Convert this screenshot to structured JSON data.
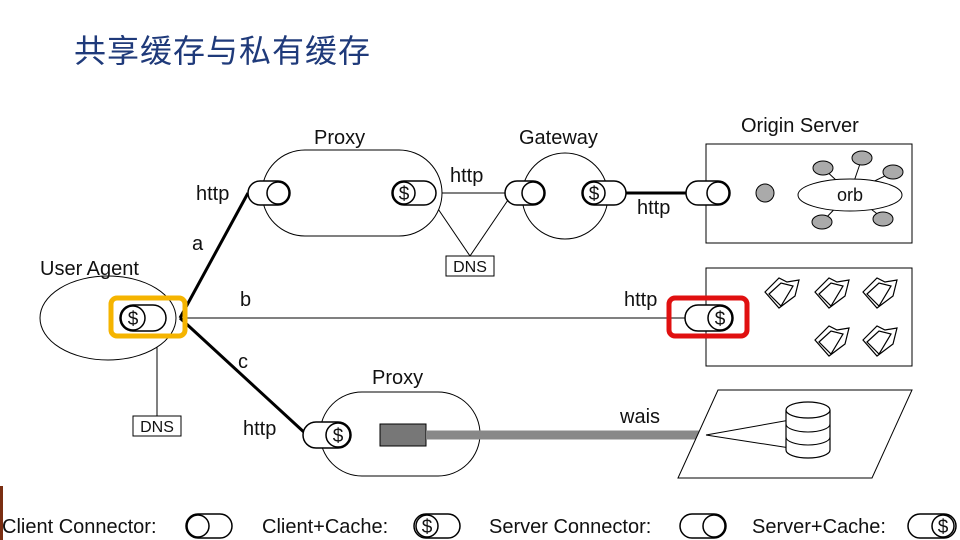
{
  "slide": {
    "title": "共享缓存与私有缓存"
  },
  "diagram": {
    "user_agent": "User Agent",
    "proxy_top": "Proxy",
    "proxy_bottom": "Proxy",
    "gateway": "Gateway",
    "origin_server": "Origin Server",
    "orb": "orb",
    "dns": "DNS",
    "wais": "wais",
    "http": "http",
    "dollar": "$",
    "path_labels": {
      "a": "a",
      "b": "b",
      "c": "c"
    },
    "highlight_colors": {
      "client_cache": "#f5b400",
      "server_cache": "#e01010"
    },
    "link_colors": {
      "line": "#000000",
      "wais_link": "#888888",
      "orb_nodes": "#aaaaaa"
    }
  },
  "legend": {
    "client_connector": "Client Connector:",
    "client_cache": "Client+Cache:",
    "server_connector": "Server Connector:",
    "server_cache": "Server+Cache:"
  }
}
